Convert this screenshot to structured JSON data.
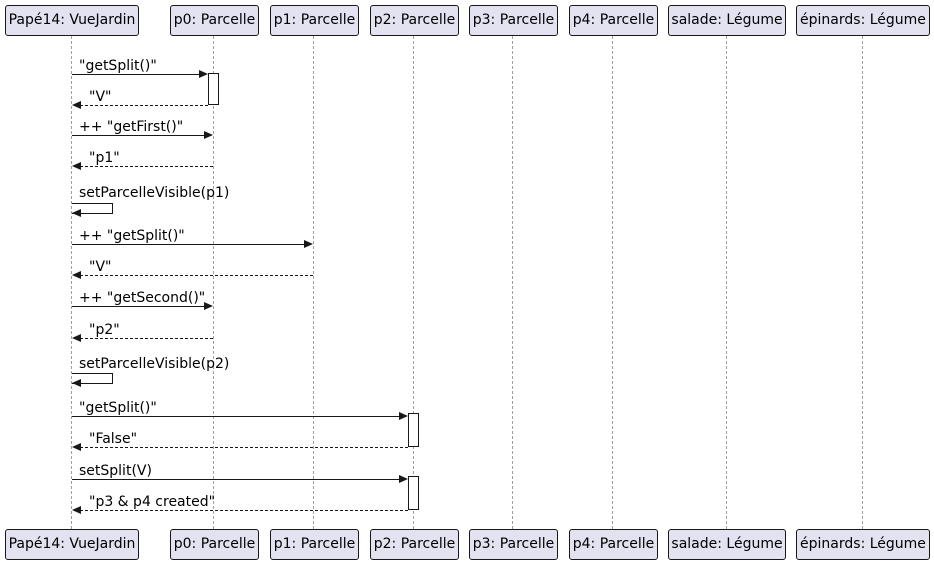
{
  "diagram": {
    "type": "uml-sequence-diagram",
    "colors": {
      "background": "#FFFFFF",
      "participant_fill": "#E2E2F0",
      "participant_border": "#181818",
      "lifeline": "#A0A0A0",
      "message_line": "#181818",
      "activation_fill": "#FFFFFF"
    },
    "participants": [
      {
        "id": "pape14",
        "label": "Papé14: VueJardin"
      },
      {
        "id": "p0",
        "label": "p0: Parcelle"
      },
      {
        "id": "p1",
        "label": "p1: Parcelle"
      },
      {
        "id": "p2",
        "label": "p2: Parcelle"
      },
      {
        "id": "p3",
        "label": "p3: Parcelle"
      },
      {
        "id": "p4",
        "label": "p4: Parcelle"
      },
      {
        "id": "salade",
        "label": "salade: Légume"
      },
      {
        "id": "epinards",
        "label": "épinards: Légume"
      }
    ],
    "messages": [
      {
        "label": "\"getSplit()\"",
        "from": "Papé14: VueJardin",
        "to": "p0: Parcelle",
        "kind": "call",
        "line": "solid",
        "activates_target": true
      },
      {
        "label": "\"V\"",
        "from": "p0: Parcelle",
        "to": "Papé14: VueJardin",
        "kind": "return",
        "line": "dashed"
      },
      {
        "label": "++ \"getFirst()\"",
        "from": "Papé14: VueJardin",
        "to": "p0: Parcelle",
        "kind": "call",
        "line": "solid"
      },
      {
        "label": "\"p1\"",
        "from": "p0: Parcelle",
        "to": "Papé14: VueJardin",
        "kind": "return",
        "line": "dashed"
      },
      {
        "label": "setParcelleVisible(p1)",
        "from": "Papé14: VueJardin",
        "to": "Papé14: VueJardin",
        "kind": "self",
        "line": "solid"
      },
      {
        "label": "++ \"getSplit()\"",
        "from": "Papé14: VueJardin",
        "to": "p1: Parcelle",
        "kind": "call",
        "line": "solid"
      },
      {
        "label": "\"V\"",
        "from": "p1: Parcelle",
        "to": "Papé14: VueJardin",
        "kind": "return",
        "line": "dashed"
      },
      {
        "label": "++ \"getSecond()\"",
        "from": "Papé14: VueJardin",
        "to": "p0: Parcelle",
        "kind": "call",
        "line": "solid"
      },
      {
        "label": "\"p2\"",
        "from": "p0: Parcelle",
        "to": "Papé14: VueJardin",
        "kind": "return",
        "line": "dashed"
      },
      {
        "label": "setParcelleVisible(p2)",
        "from": "Papé14: VueJardin",
        "to": "Papé14: VueJardin",
        "kind": "self",
        "line": "solid"
      },
      {
        "label": "\"getSplit()\"",
        "from": "Papé14: VueJardin",
        "to": "p2: Parcelle",
        "kind": "call",
        "line": "solid",
        "activates_target": true
      },
      {
        "label": "\"False\"",
        "from": "p2: Parcelle",
        "to": "Papé14: VueJardin",
        "kind": "return",
        "line": "dashed"
      },
      {
        "label": "setSplit(V)",
        "from": "Papé14: VueJardin",
        "to": "p2: Parcelle",
        "kind": "call",
        "line": "solid",
        "activates_target": true
      },
      {
        "label": "\"p3 & p4 created\"",
        "from": "p2: Parcelle",
        "to": "Papé14: VueJardin",
        "kind": "return",
        "line": "dashed"
      }
    ]
  }
}
